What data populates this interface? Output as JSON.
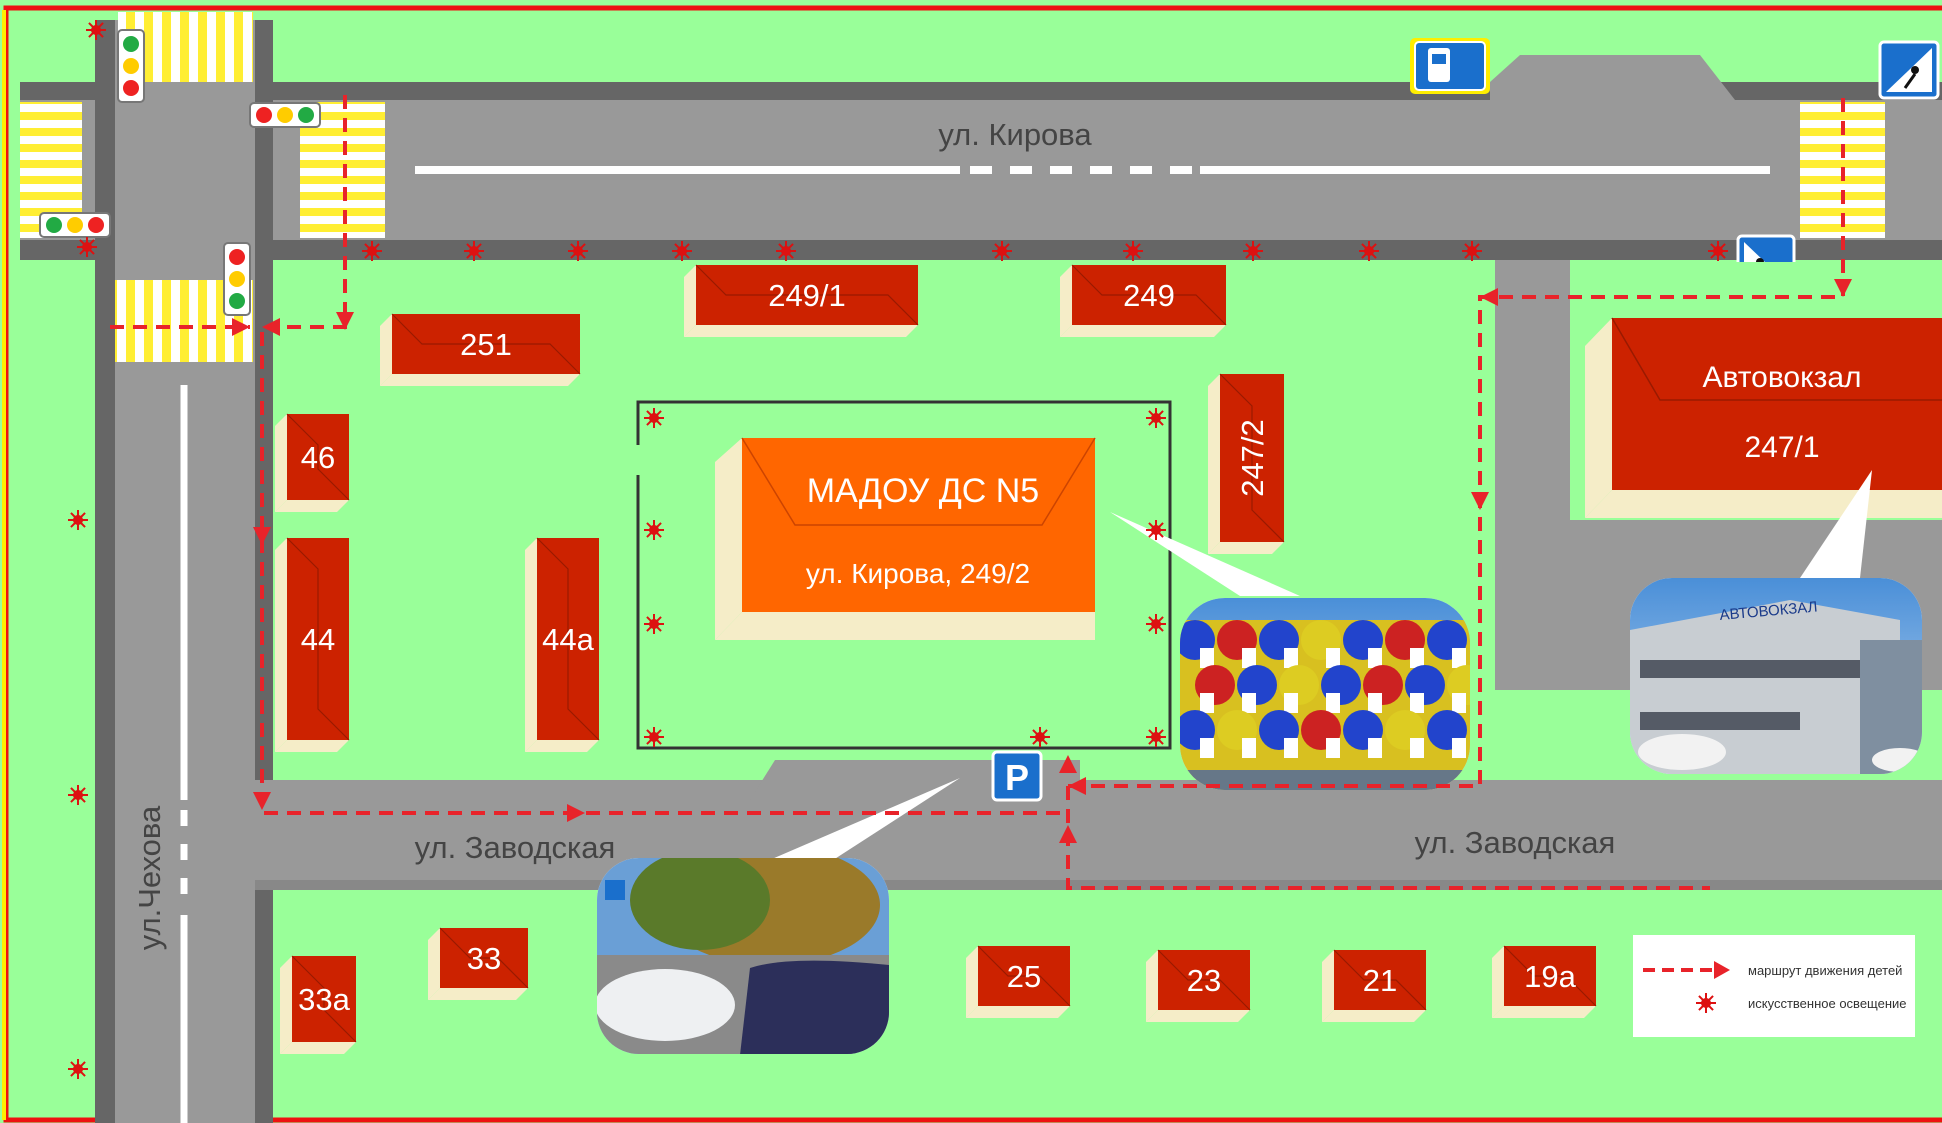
{
  "streets": {
    "kirova": "ул. Кирова",
    "zavodskaya_left": "ул. Заводская",
    "zavodskaya_right": "ул. Заводская",
    "chekhova": "ул.Чехова"
  },
  "school": {
    "name": "МАДОУ ДС N5",
    "address": "ул. Кирова, 249/2"
  },
  "station": {
    "name": "Автовокзал",
    "number": "247/1",
    "photo_sign": "АВТОВОКЗАЛ"
  },
  "buildings": {
    "b249_1": "249/1",
    "b249": "249",
    "b251": "251",
    "b46": "46",
    "b44": "44",
    "b44a": "44а",
    "b247_2": "247/2",
    "b33": "33",
    "b33a": "33а",
    "b25": "25",
    "b23": "23",
    "b21": "21",
    "b19a": "19а"
  },
  "signs": {
    "parking": "P",
    "bus_stop_icon": "bus-icon",
    "crosswalk_icon": "pedestrian-crossing-icon",
    "traffic_light_icon": "traffic-light-icon"
  },
  "legend": {
    "route": "маршрут движения детей",
    "lighting": "искусственное освещение"
  },
  "colors": {
    "grass": "#99ff99",
    "road": "#999999",
    "curb": "#666666",
    "building": "#cc2200",
    "school": "#ff6600",
    "route": "#e8232a",
    "crosswalk": "#ffff33",
    "frame": "#ee1111"
  }
}
